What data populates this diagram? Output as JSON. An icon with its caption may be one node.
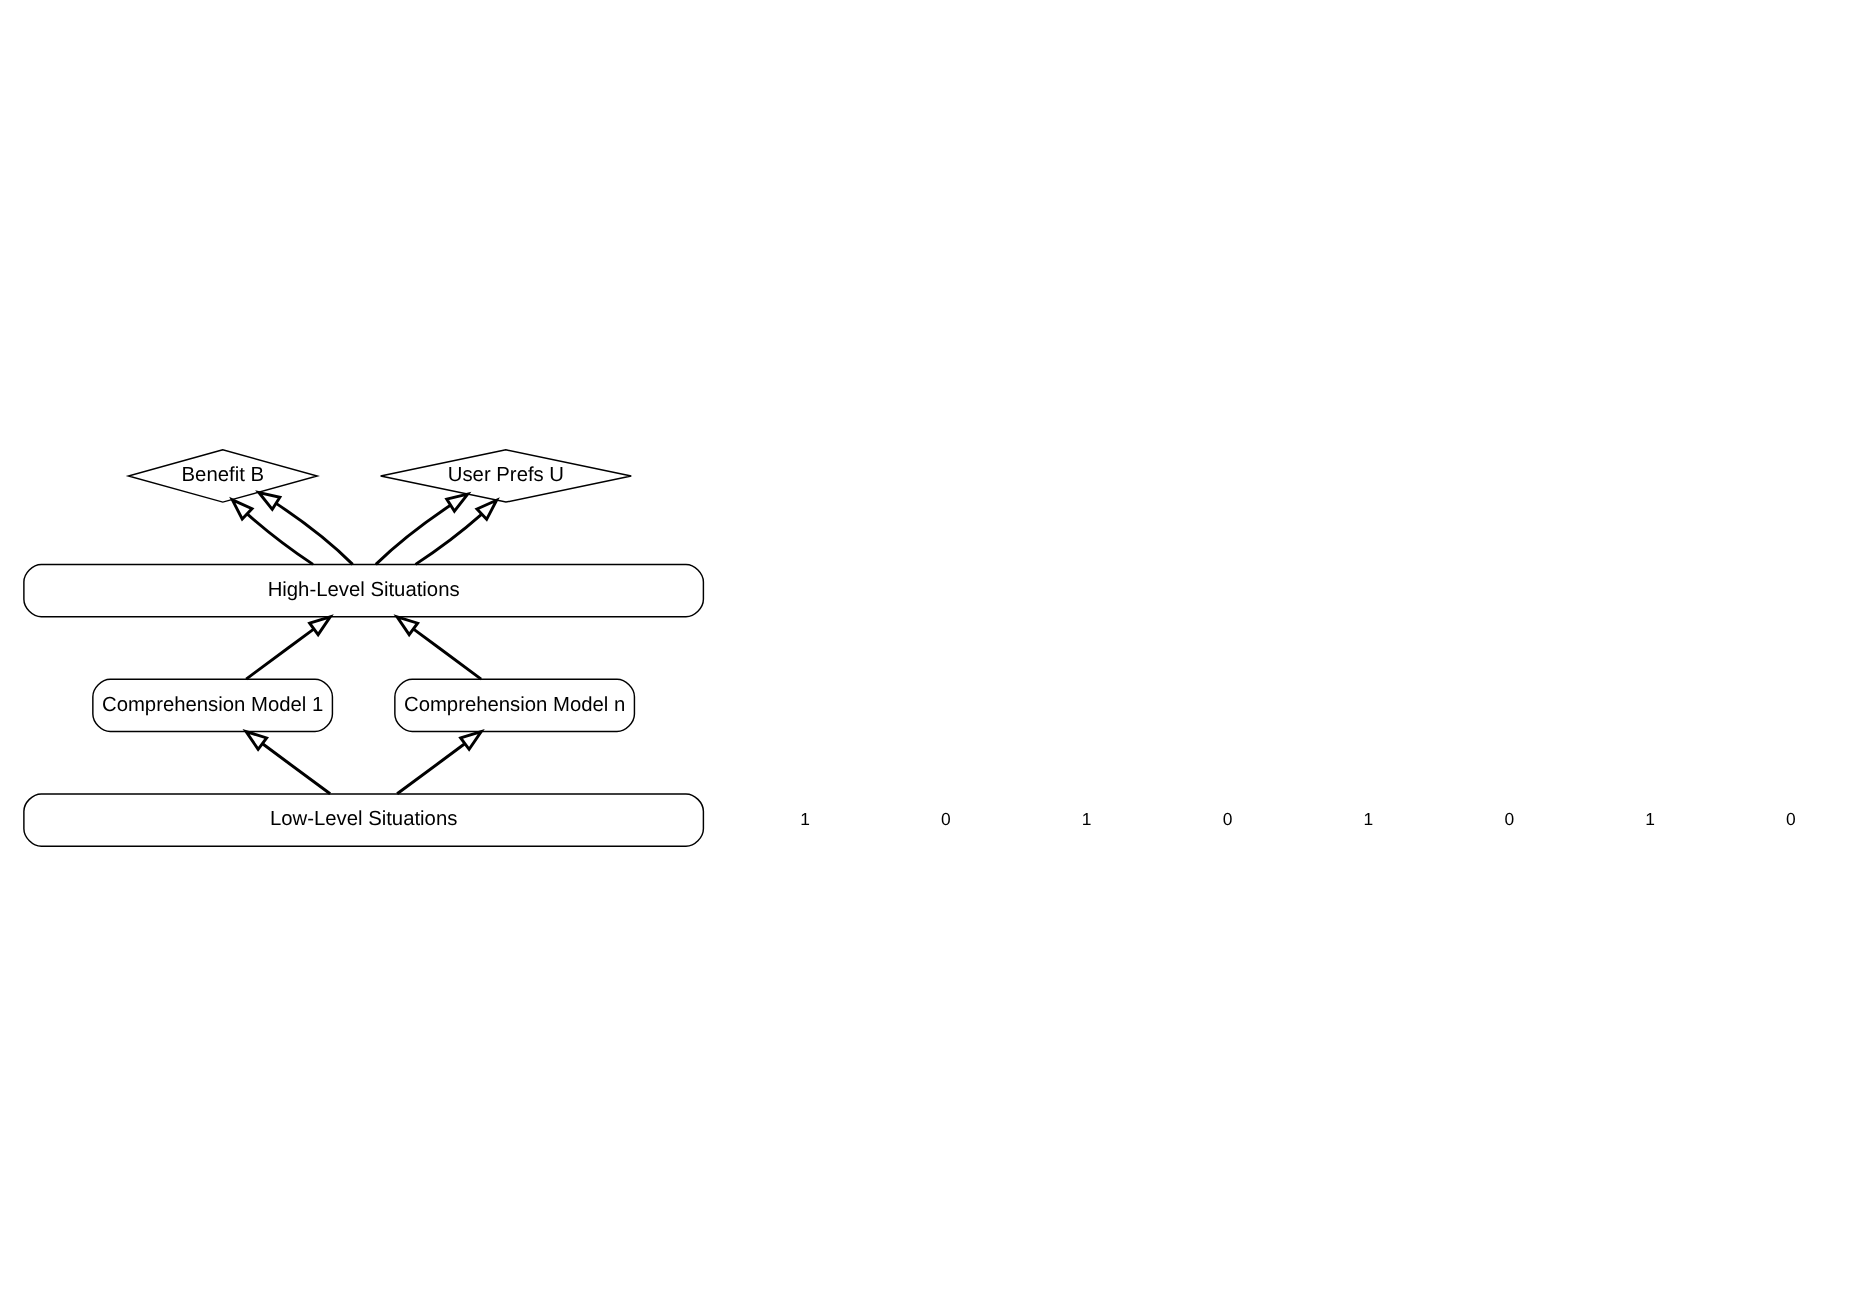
{
  "diagram": {
    "nodes": [
      {
        "text": [
          "Benefit B"
        ]
      },
      {
        "text": [
          "User Prefs U"
        ]
      },
      {
        "text": [
          "High-Level Situations"
        ]
      },
      {
        "text": [
          "Comprehension Model 1"
        ]
      },
      {
        "text": [
          "Comprehension Model n"
        ]
      },
      {
        "text": [
          "Low-Level Situations"
        ]
      }
    ],
    "edges": [
      {
        "from": 5,
        "to": 3,
        "arrow": "to"
      },
      {
        "from": 5,
        "to": 4,
        "arrow": "to"
      },
      {
        "from": 3,
        "to": 2,
        "arrow": "to"
      },
      {
        "from": 4,
        "to": 2,
        "arrow": "to"
      },
      {
        "from": 2,
        "to": 0,
        "arrow": "to"
      },
      {
        "from": 2,
        "to": 0,
        "arrow": "to"
      },
      {
        "from": 2,
        "to": 1,
        "arrow": "to"
      },
      {
        "from": 2,
        "to": 1,
        "arrow": "to"
      }
    ],
    "labels": [
      "1",
      "0",
      "1",
      "0",
      "1",
      "0",
      "1",
      "0"
    ]
  }
}
